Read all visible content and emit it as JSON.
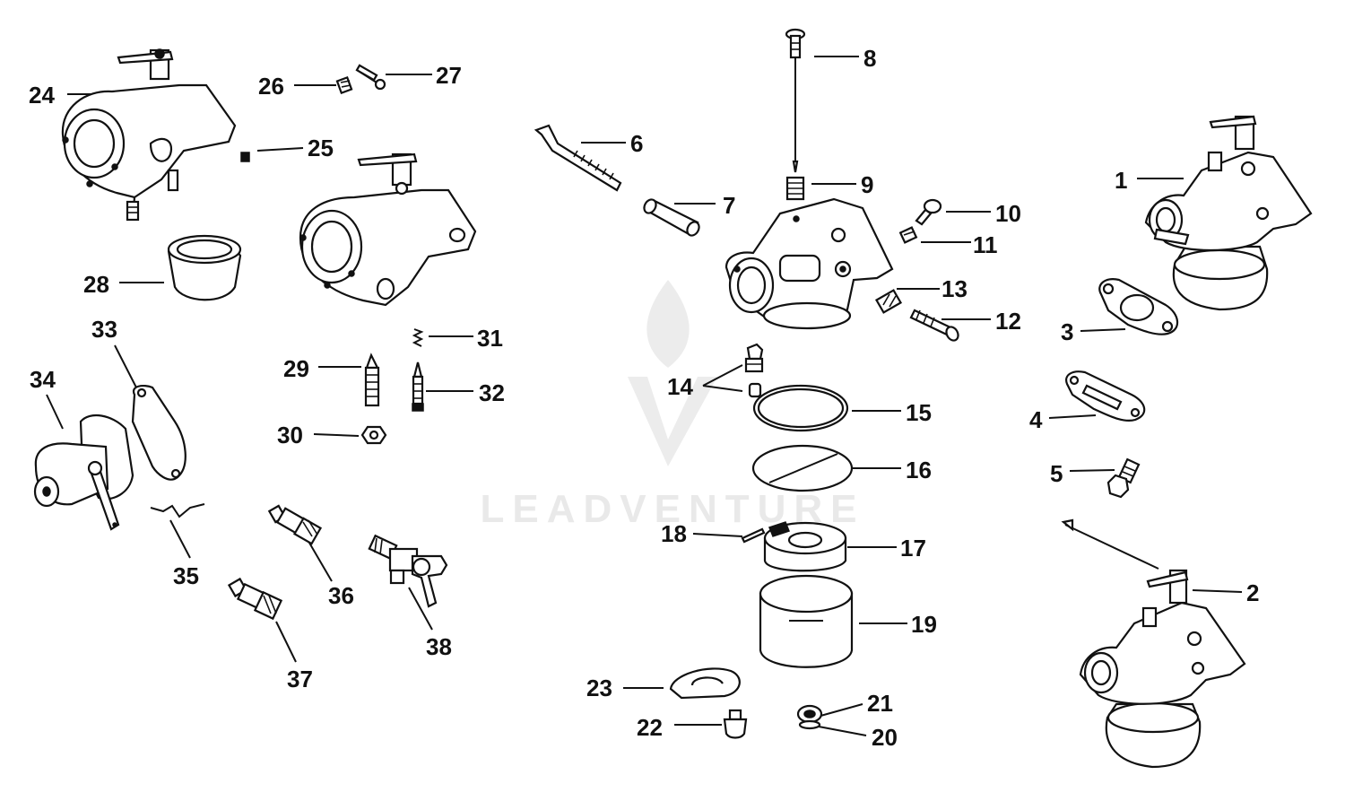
{
  "watermark": {
    "text": "LEADVENTURE",
    "logo_icon": "flame-v-logo-icon",
    "color": "#e9e9e9"
  },
  "callouts": {
    "c1": "1",
    "c2": "2",
    "c3": "3",
    "c4": "4",
    "c5": "5",
    "c6": "6",
    "c7": "7",
    "c8": "8",
    "c9": "9",
    "c10": "10",
    "c11": "11",
    "c12": "12",
    "c13": "13",
    "c14": "14",
    "c15": "15",
    "c16": "16",
    "c17": "17",
    "c18": "18",
    "c19": "19",
    "c20": "20",
    "c21": "21",
    "c22": "22",
    "c23": "23",
    "c24": "24",
    "c25": "25",
    "c26": "26",
    "c27": "27",
    "c28": "28",
    "c29": "29",
    "c30": "30",
    "c31": "31",
    "c32": "32",
    "c33": "33",
    "c34": "34",
    "c35": "35",
    "c36": "36",
    "c37": "37",
    "c38": "38"
  }
}
